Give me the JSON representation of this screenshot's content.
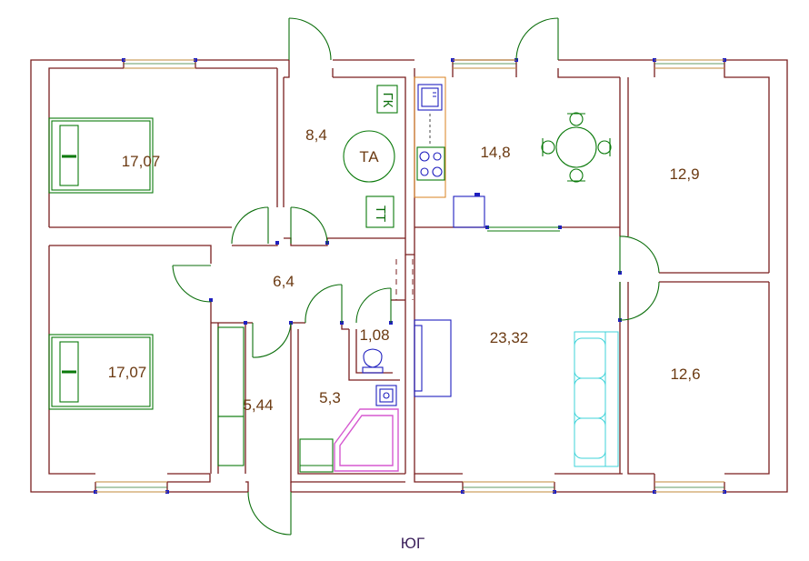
{
  "rooms": [
    {
      "id": "bedroom-1",
      "area": "17,07"
    },
    {
      "id": "hall-small",
      "area": "8,4"
    },
    {
      "id": "kitchen",
      "area": "14,8"
    },
    {
      "id": "room-ne",
      "area": "12,9"
    },
    {
      "id": "bedroom-2",
      "area": "17,07"
    },
    {
      "id": "corridor",
      "area": "6,4"
    },
    {
      "id": "toilet",
      "area": "1,08"
    },
    {
      "id": "living",
      "area": "23,32"
    },
    {
      "id": "room-se",
      "area": "12,6"
    },
    {
      "id": "closet",
      "area": "5,44"
    },
    {
      "id": "bathroom",
      "area": "5,3"
    }
  ],
  "equipment": {
    "boiler_label": "ТА",
    "tt_label": "ТТ",
    "gk_label": "ГК"
  },
  "orientation_label": "ЮГ",
  "colors": {
    "walls": "#7a1f1f",
    "doors": "#0b6e0b",
    "labels": "#6b3a12",
    "windows": "#c08a3a",
    "sofa": "#3fd3d9",
    "bathtub": "#d659d0",
    "plumbing": "#1f1fbf"
  }
}
